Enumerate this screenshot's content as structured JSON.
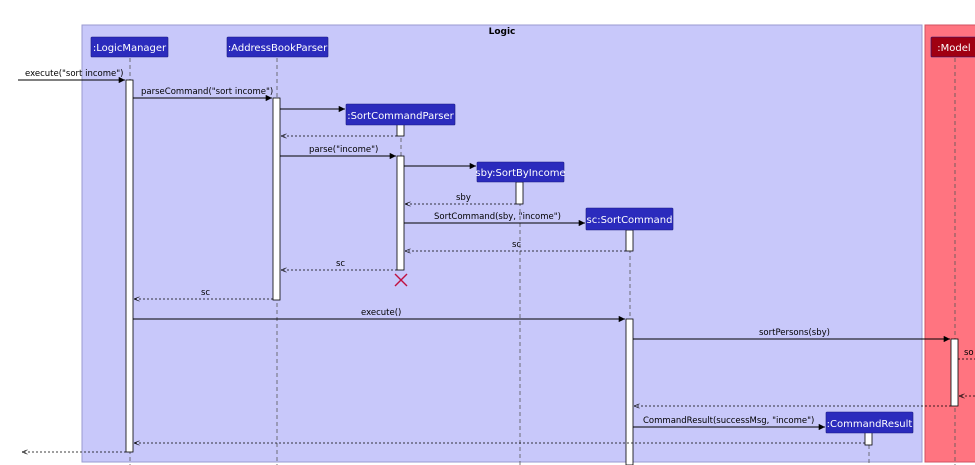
{
  "frames": {
    "logic": {
      "title": "Logic",
      "fill": "#c8c8fa",
      "stroke": "#9a9ad0"
    },
    "model": {
      "title": "",
      "fill": "#ff7480",
      "stroke": "#d05060"
    }
  },
  "participants": [
    {
      "id": "logic_manager",
      "label": ":LogicManager",
      "color": "#2b2bbd"
    },
    {
      "id": "address_book_parser",
      "label": ":AddressBookParser",
      "color": "#2b2bbd"
    },
    {
      "id": "sort_command_parser",
      "label": ":SortCommandParser",
      "color": "#2b2bbd"
    },
    {
      "id": "sort_by_income",
      "label": "sby:SortByIncome",
      "color": "#2b2bbd"
    },
    {
      "id": "sort_command",
      "label": "sc:SortCommand",
      "color": "#2b2bbd"
    },
    {
      "id": "command_result",
      "label": ":CommandResult",
      "color": "#2b2bbd"
    },
    {
      "id": "model",
      "label": ":Model",
      "color": "#a00012"
    }
  ],
  "messages": [
    {
      "id": "m_execute_sort_income",
      "label": "execute(\"sort income\")",
      "type": "call"
    },
    {
      "id": "m_parse_command",
      "label": "parseCommand(\"sort income\")",
      "type": "call"
    },
    {
      "id": "m_create_scp",
      "label": "",
      "type": "create"
    },
    {
      "id": "m_return_scp",
      "label": "",
      "type": "return"
    },
    {
      "id": "m_parse_income",
      "label": "parse(\"income\")",
      "type": "call"
    },
    {
      "id": "m_create_sby",
      "label": "",
      "type": "create"
    },
    {
      "id": "m_return_sby",
      "label": "sby",
      "type": "return"
    },
    {
      "id": "m_sort_command_new",
      "label": "SortCommand(sby, \"income\")",
      "type": "create"
    },
    {
      "id": "m_return_sc_1",
      "label": "sc",
      "type": "return"
    },
    {
      "id": "m_return_sc_2",
      "label": "sc",
      "type": "return"
    },
    {
      "id": "m_return_sc_3",
      "label": "sc",
      "type": "return"
    },
    {
      "id": "m_execute",
      "label": "execute()",
      "type": "call"
    },
    {
      "id": "m_sort_persons",
      "label": "sortPersons(sby)",
      "type": "call"
    },
    {
      "id": "m_model_self_call",
      "label": "so",
      "type": "call"
    },
    {
      "id": "m_model_return",
      "label": "",
      "type": "return"
    },
    {
      "id": "m_sort_persons_return",
      "label": "",
      "type": "return"
    },
    {
      "id": "m_command_result",
      "label": "CommandResult(successMsg, \"income\")",
      "type": "create"
    },
    {
      "id": "m_return_result",
      "label": "",
      "type": "return"
    },
    {
      "id": "m_return_final",
      "label": "",
      "type": "return"
    }
  ],
  "destroy_color": "#c01040"
}
